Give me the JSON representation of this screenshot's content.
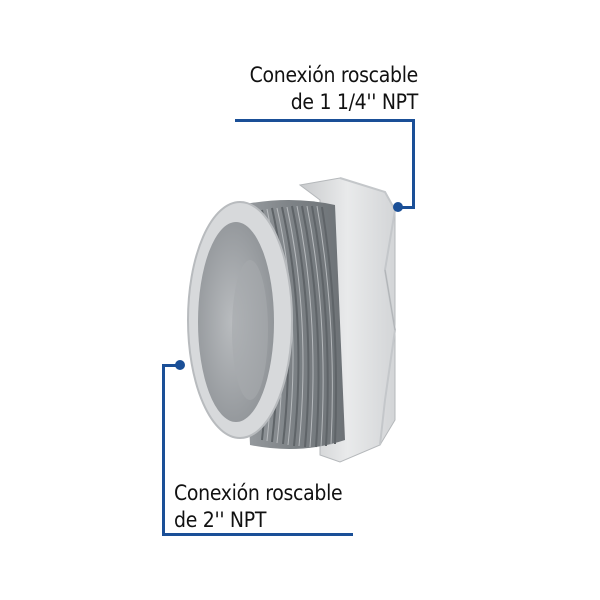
{
  "callouts": {
    "top": {
      "line1": "Conexión roscable",
      "line2": "de 1 1/4'' NPT"
    },
    "bottom": {
      "line1": "Conexión roscable",
      "line2": "de 2'' NPT"
    }
  },
  "product": {
    "icon": "galvanized-pipe-bushing-image"
  },
  "colors": {
    "accent": "#1a4f97",
    "text": "#111111",
    "background": "#ffffff"
  }
}
